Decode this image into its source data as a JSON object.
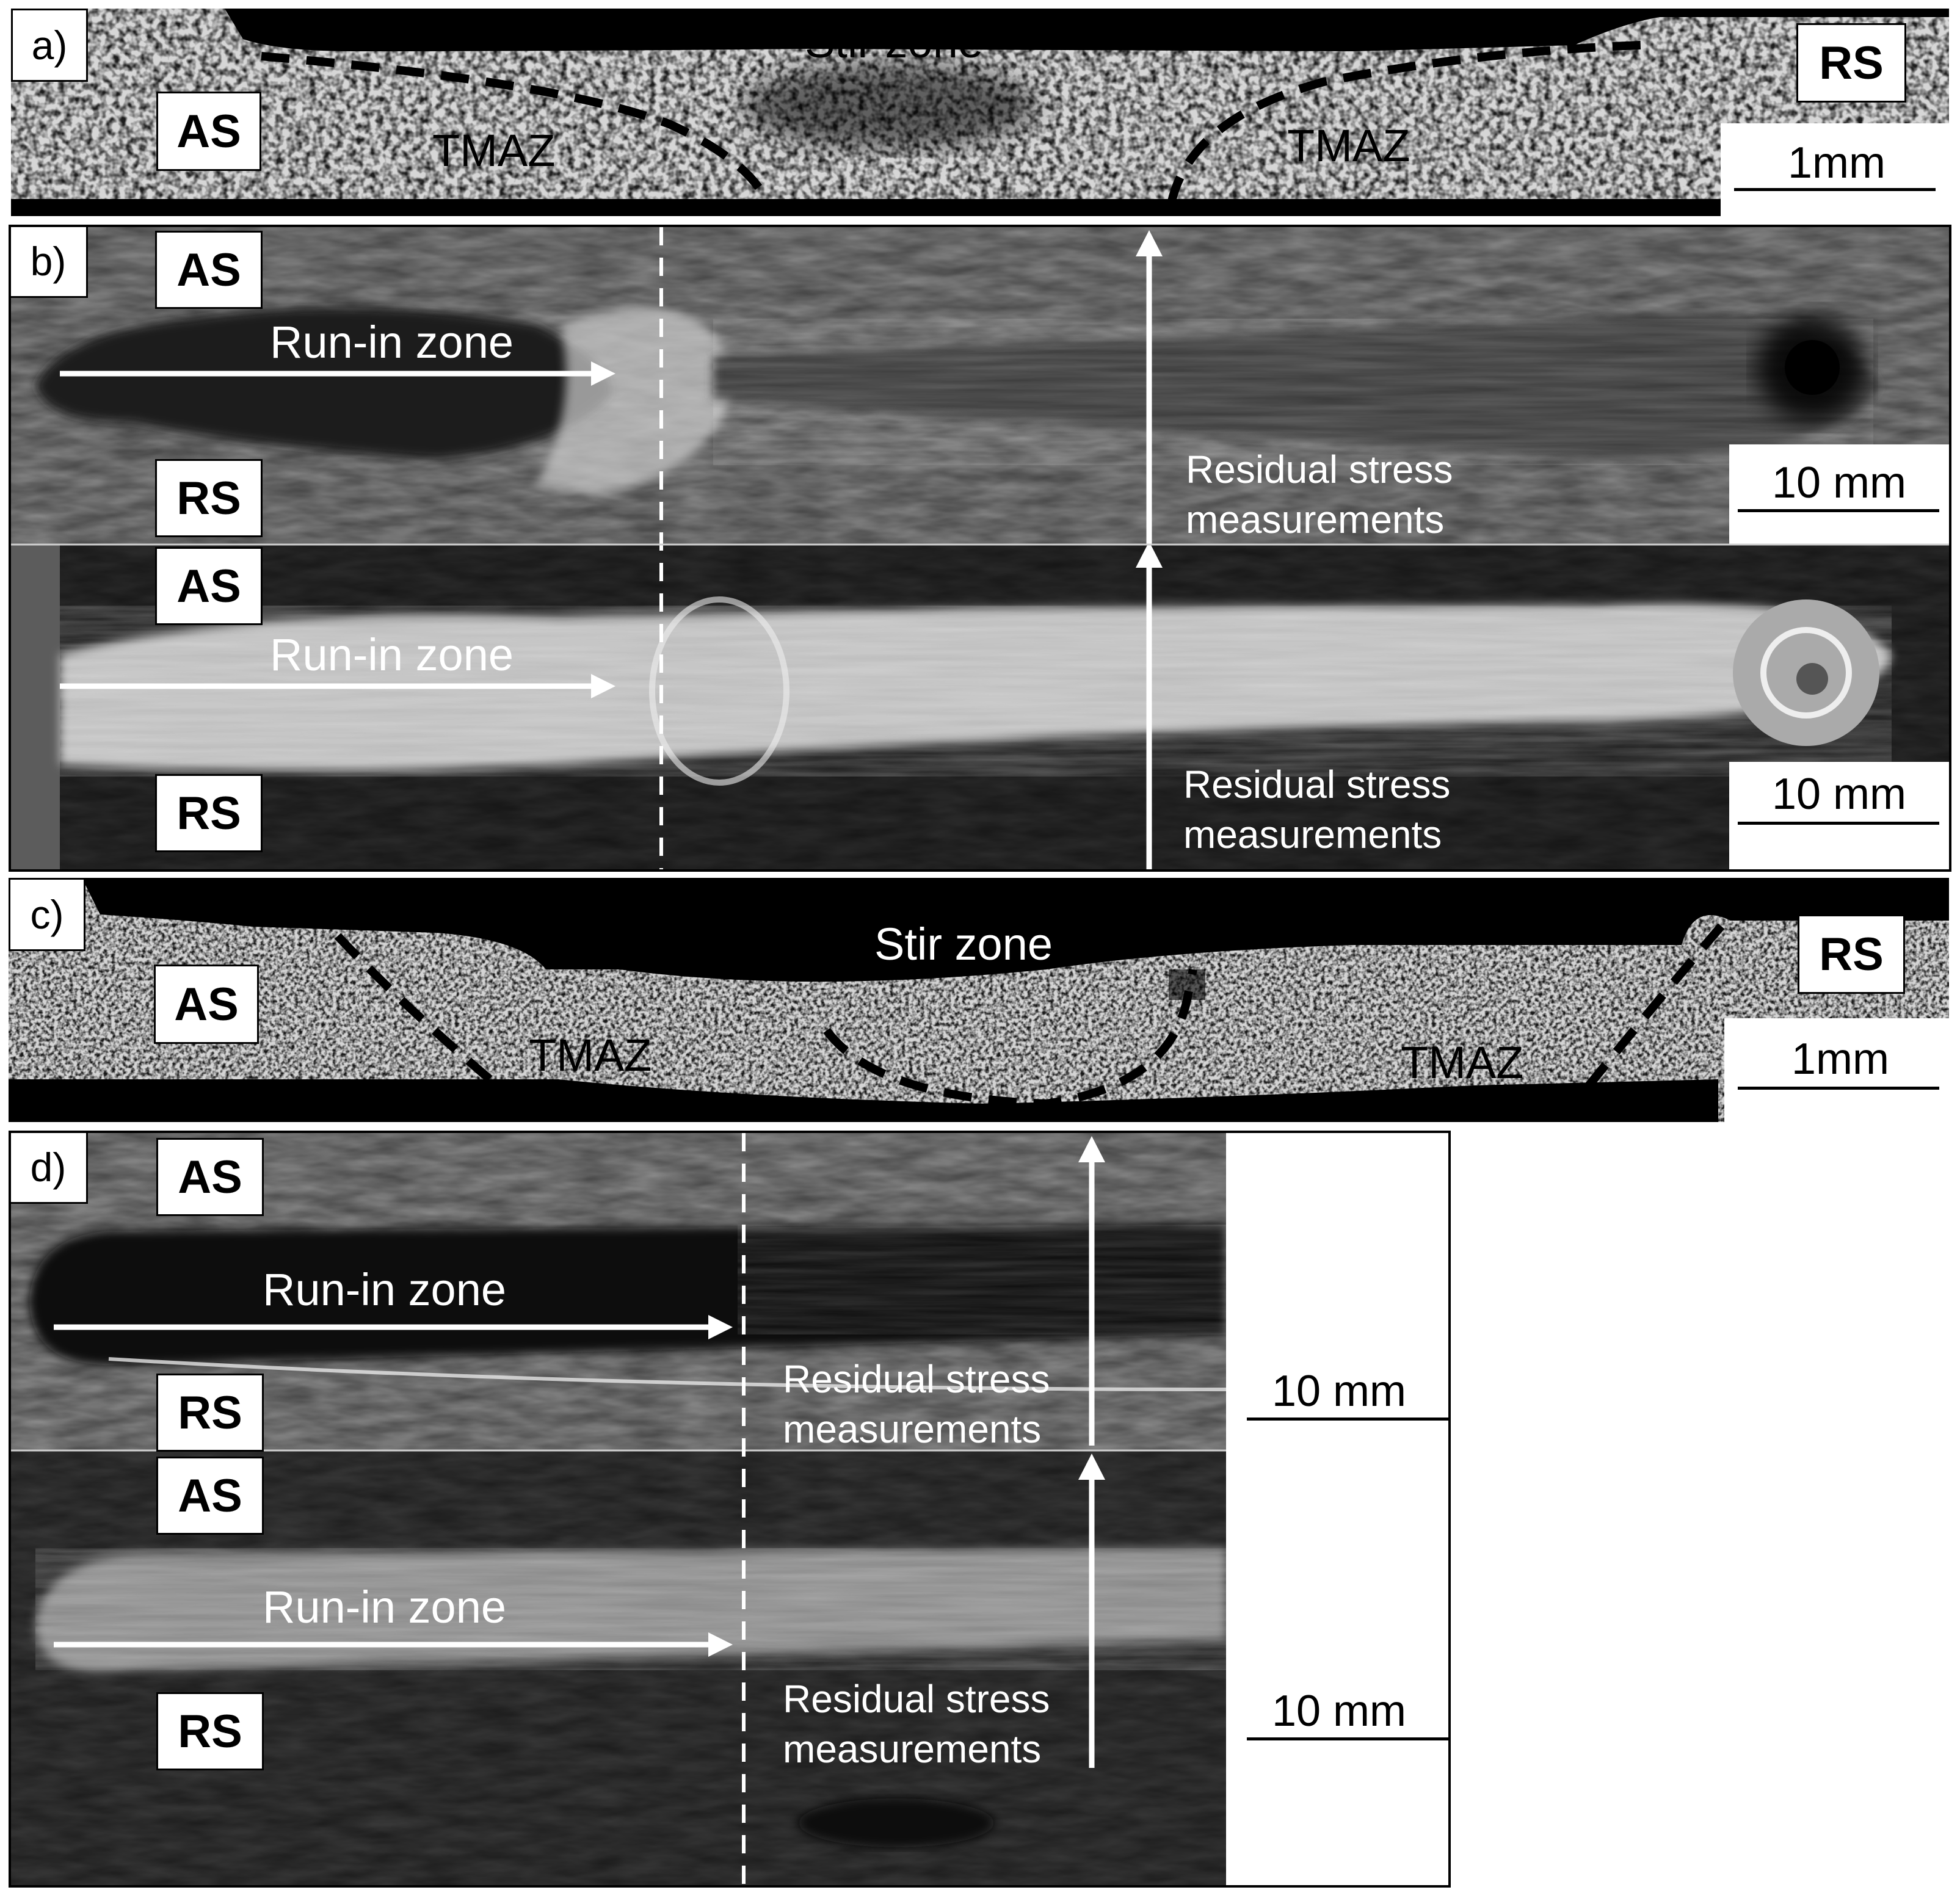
{
  "colors": {
    "background": "#ffffff",
    "annotation_white": "#ffffff",
    "annotation_black": "#000000",
    "label_box": "#ffffff"
  },
  "panels": {
    "a": {
      "label": "a)",
      "stir_zone": "Stir zone",
      "tmaz_left": "TMAZ",
      "tmaz_right": "TMAZ",
      "advancing_side": "AS",
      "retreating_side": "RS",
      "scale": "1mm"
    },
    "b": {
      "label": "b)",
      "top": {
        "advancing_side": "AS",
        "retreating_side": "RS",
        "run_in": "Run-in zone",
        "residual_line1": "Residual stress",
        "residual_line2": "measurements",
        "scale": "10 mm"
      },
      "bottom": {
        "advancing_side": "AS",
        "retreating_side": "RS",
        "run_in": "Run-in zone",
        "residual_line1": "Residual stress",
        "residual_line2": "measurements",
        "scale": "10 mm"
      }
    },
    "c": {
      "label": "c)",
      "stir_zone": "Stir zone",
      "tmaz_left": "TMAZ",
      "tmaz_right": "TMAZ",
      "advancing_side": "AS",
      "retreating_side": "RS",
      "scale": "1mm"
    },
    "d": {
      "label": "d)",
      "top": {
        "advancing_side": "AS",
        "retreating_side": "RS",
        "run_in": "Run-in zone",
        "residual_line1": "Residual stress",
        "residual_line2": "measurements",
        "scale": "10 mm"
      },
      "bottom": {
        "advancing_side": "AS",
        "retreating_side": "RS",
        "run_in": "Run-in zone",
        "residual_line1": "Residual stress",
        "residual_line2": "measurements",
        "scale": "10 mm"
      }
    }
  }
}
